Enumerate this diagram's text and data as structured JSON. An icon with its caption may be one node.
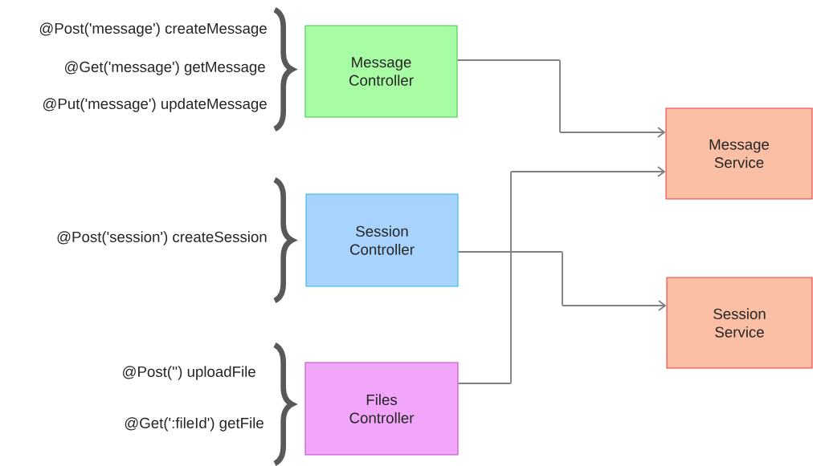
{
  "diagram": {
    "nodes": [
      {
        "text": [
          "Message Controller"
        ]
      },
      {
        "text": [
          "Message Service"
        ]
      },
      {
        "text": [
          "Session Controller"
        ]
      },
      {
        "text": [
          "Session Service"
        ]
      },
      {
        "text": [
          "Files Controller"
        ]
      }
    ],
    "edges": [
      {
        "from": 0,
        "to": 1,
        "arrow": "to"
      },
      {
        "from": 4,
        "to": 1,
        "arrow": "to"
      },
      {
        "from": 2,
        "to": 3,
        "arrow": "to"
      }
    ],
    "labels": [
      "@Post('message') createMessage",
      "@Get('message') getMessage",
      "@Put('message') updateMessage",
      "@Post('session') createSession",
      "@Post('') uploadFile",
      "@Get(':fileId') getFile"
    ]
  }
}
